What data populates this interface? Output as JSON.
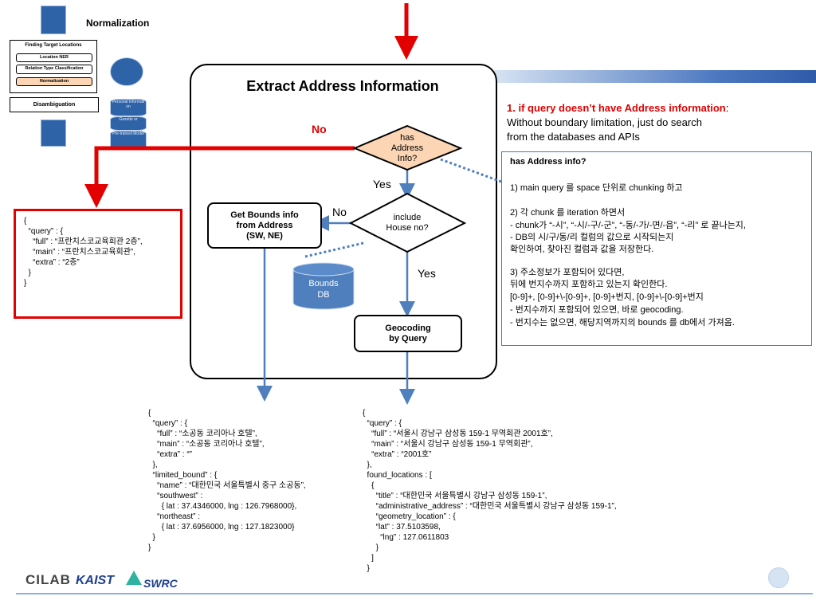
{
  "mini_diagram": {
    "title": "Normalization",
    "panel_title": "Finding Target Locations",
    "items": [
      "Location NER",
      "Relation Type Classification",
      "Normalization"
    ],
    "disambiguation": "Disambiguation",
    "db_labels": [
      "Personal Informati on",
      "Gazette er",
      "Pre-trained Model"
    ]
  },
  "flow": {
    "title": "Extract Address Information",
    "has_address": "has\nAddress\nInfo?",
    "include_house": "include\nHouse no?",
    "get_bounds": "Get Bounds info\nfrom Address\n(SW, NE)",
    "geocoding": "Geocoding\nby Query",
    "bounds_db": "Bounds\nDB",
    "no_red": "No",
    "yes1": "Yes",
    "no2": "No",
    "yes2": "Yes"
  },
  "json_left": "{\n  “query” : {\n    “full” : “프란치스코교육회관 2층”,\n    “main” : “프란치스코교육회관”,\n    “extra” : “2층”\n  }\n}",
  "json_middle": "{\n  “query” : {\n    “full” : “소공동 코리아나 호텔”,\n    “main” : “소공동 코리아나 호텔”,\n    “extra” : “”\n  },\n  “limited_bound” : {\n    “name” : “대한민국 서울특별시 중구 소공동”,\n    “southwest” :\n      { lat : 37.4346000, lng : 126.7968000},\n    “northeast” :\n      { lat : 37.6956000, lng : 127.1823000}\n  }\n}",
  "json_right": "{\n  “query” : {\n    “full” : “서울시 강남구 삼성동 159-1 무역회관 2001호”,\n    “main” : “서울시 강남구 삼성동 159-1 무역회관”,\n    “extra” : “2001호”\n  },\n  found_locations : [\n    {\n      “title” : “대한민국 서울특별시 강남구 삼성동 159-1”,\n      “administrative_address” : “대한민국 서울특별시 강남구 삼성동 159-1”,\n      “geometry_location” : {\n      “lat” : 37.5103598,\n        “lng” : 127.0611803\n      }\n    ]\n  }",
  "right_heading": {
    "title": "1. if query doesn’t have Address information",
    "colon": ":",
    "line2": "Without boundary limitation, just do search",
    "line3": "from the databases and APIs"
  },
  "info_box": {
    "lines": [
      "has Address info?",
      "1) main query 를 space 단위로 chunking 하고",
      "2) 각 chunk 를 iteration 하면서",
      "- chunk가 “-시”, “-시/-구/-군”, “-동/-가/-면/-읍”, “-리” 로 끝나는지,",
      "- DB의 시/구/동/리 컬럼의 값으로 시작되는지",
      "확인하여, 찾아진 컬럼과 값을 저장한다.",
      "3) 주소정보가 포함되어 있다면,",
      "뒤에 번지수까지 포함하고 있는지 확인한다.",
      "[0-9]+, [0-9]+\\-[0-9]+, [0-9]+번지, [0-9]+\\-[0-9]+번지",
      "- 번지수까지 포함되어 있으면, 바로 geocoding.",
      "- 번지수는 없으면, 해당지역까지의 bounds 를 db에서 가져옴."
    ]
  },
  "logos": {
    "cilab": "CILAB",
    "kaist": "KAIST",
    "swrc": "SWRC"
  },
  "colors": {
    "red": "#e30000",
    "blue_arrow": "#4f7fbd",
    "diamond_fill": "#fcd5b4",
    "accent": "#2f63a8"
  }
}
